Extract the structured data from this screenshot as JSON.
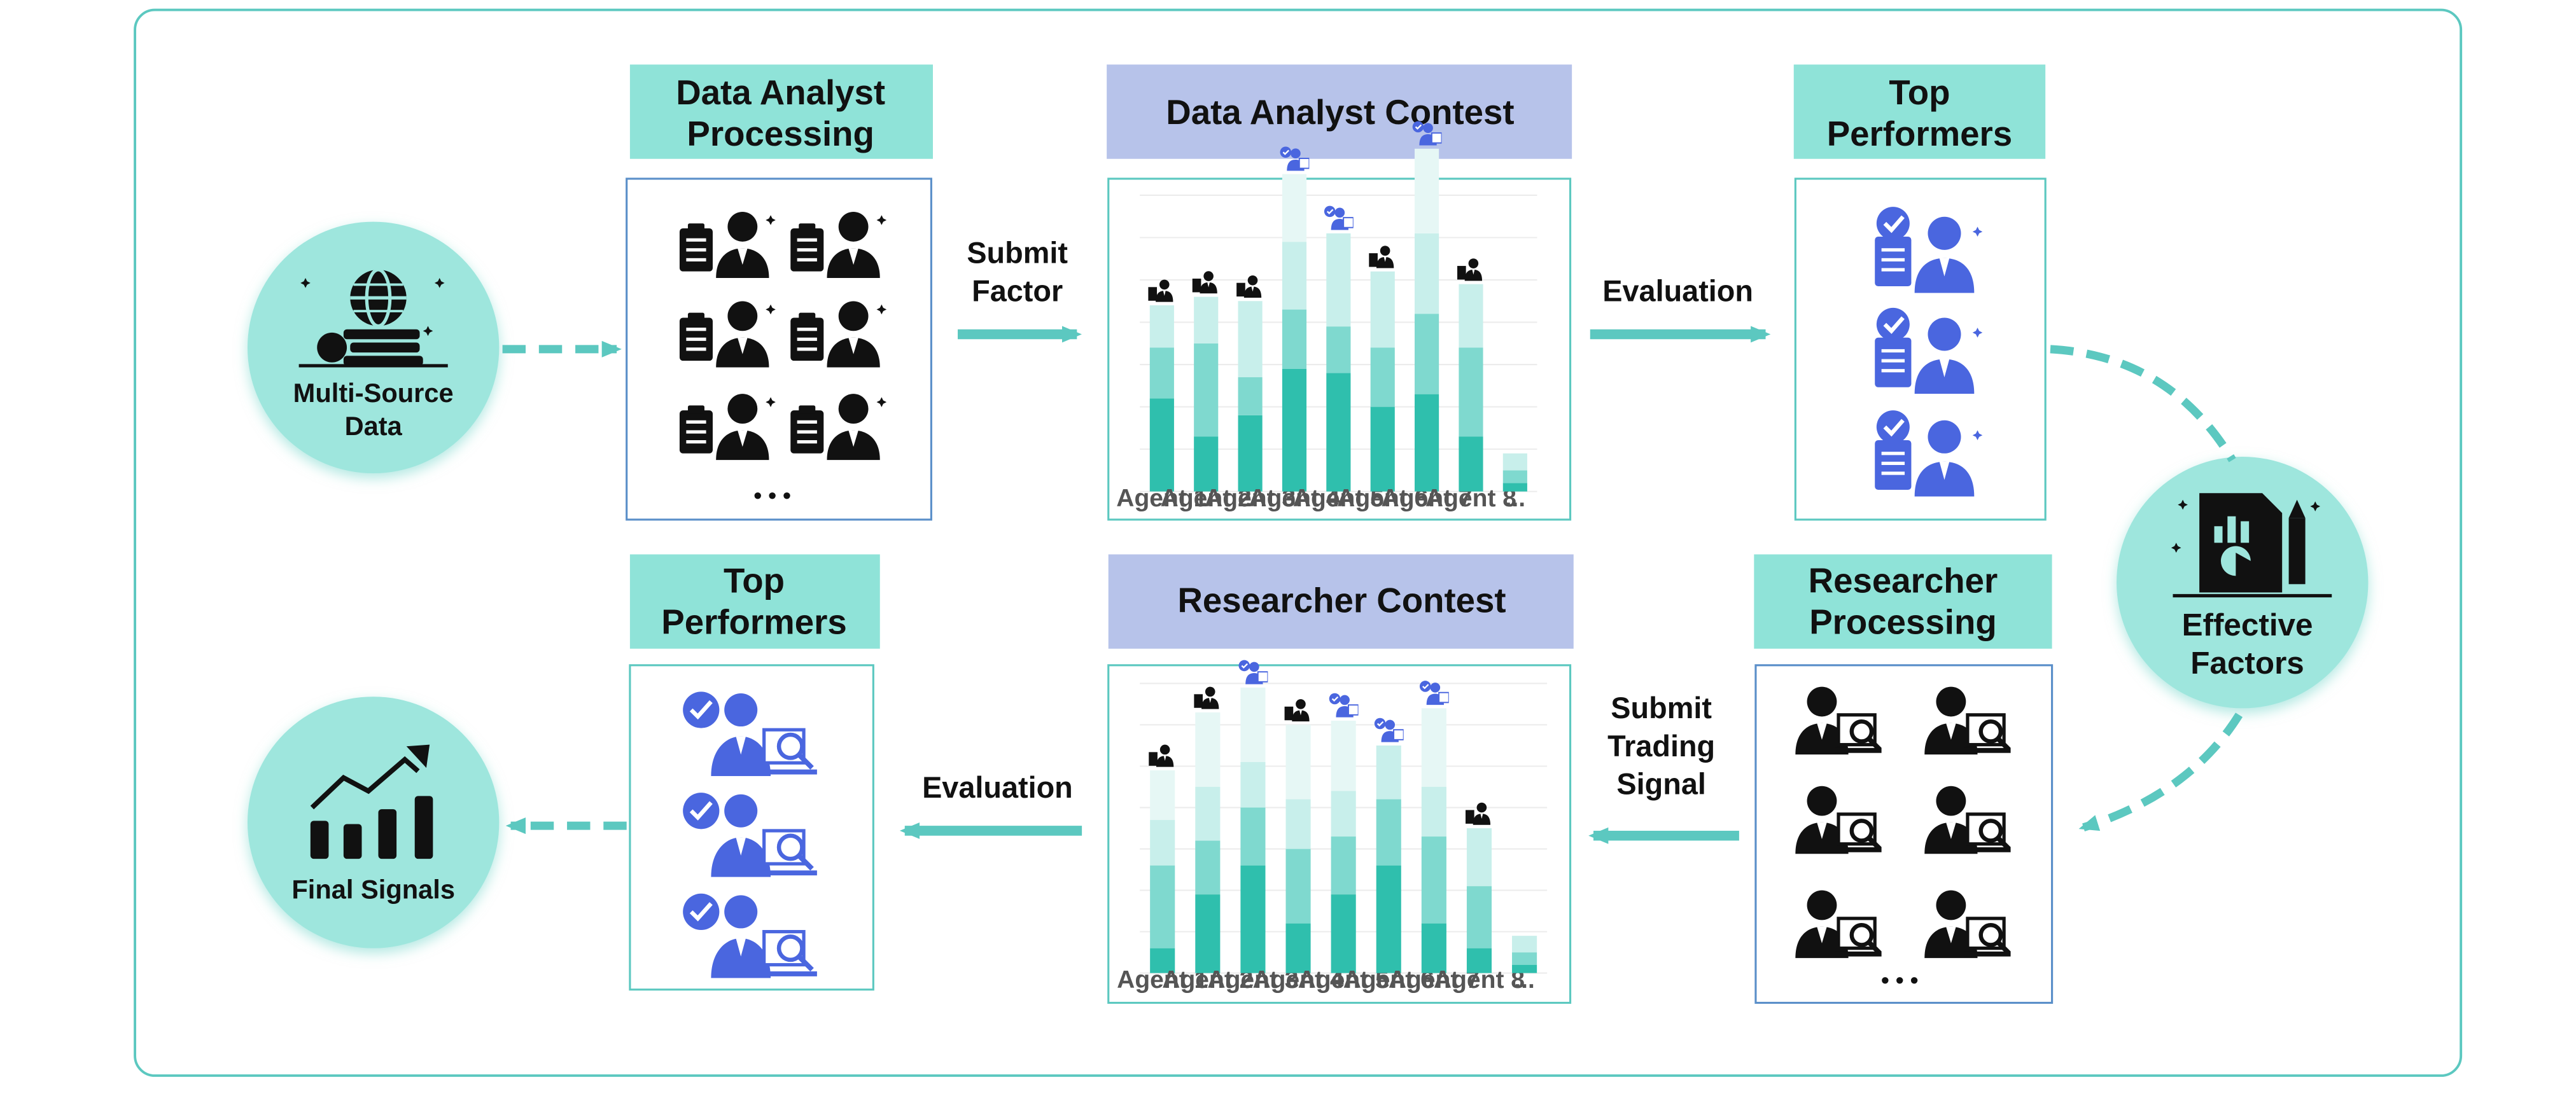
{
  "colors": {
    "frame": "#5cc8c0",
    "teal_dark": "#2fbfad",
    "teal_mid": "#7fd9cf",
    "teal_light": "#c8efeb",
    "header_teal": "#8fe3d8",
    "header_blue": "#b7c3ea",
    "accent_blue": "#4a66df",
    "icon_black": "#111111",
    "node_fill": "#9ee6dd"
  },
  "nodes": {
    "multi_source": {
      "label_lines": [
        "Multi-Source",
        "Data"
      ],
      "icon": "globe-books-icon"
    },
    "effective_factors": {
      "label_lines": [
        "Effective",
        "Factors"
      ],
      "icon": "report-chart-icon"
    },
    "final_signals": {
      "label_lines": [
        "Final Signals"
      ],
      "icon": "growth-bars-icon"
    }
  },
  "panels": {
    "da_processing": {
      "title_lines": [
        "Data Analyst",
        "Processing"
      ],
      "icon": "analyst-clipboard-icon",
      "ellipsis": "• • •"
    },
    "da_contest": {
      "title_lines": [
        "Data Analyst Contest"
      ]
    },
    "top_performers_1": {
      "title_lines": [
        "Top",
        "Performers"
      ],
      "icon": "approved-analyst-icon"
    },
    "res_processing": {
      "title_lines": [
        "Researcher",
        "Processing"
      ],
      "icon": "researcher-magnifier-icon",
      "ellipsis": "• • •"
    },
    "res_contest": {
      "title_lines": [
        "Researcher Contest"
      ]
    },
    "top_performers_2": {
      "title_lines": [
        "Top",
        "Performers"
      ],
      "icon": "approved-researcher-icon"
    }
  },
  "arrows": {
    "submit_factor": {
      "label_lines": [
        "Submit",
        "Factor"
      ]
    },
    "evaluation_1": {
      "label_lines": [
        "Evaluation"
      ]
    },
    "submit_trading_signal": {
      "label_lines": [
        "Submit",
        "Trading",
        "Signal"
      ]
    },
    "evaluation_2": {
      "label_lines": [
        "Evaluation"
      ]
    }
  },
  "chart_data": [
    {
      "type": "bar",
      "stacked": true,
      "categories": [
        "Agent 1",
        "Agent 2",
        "Agent 3",
        "Agent 4",
        "Agent 5",
        "Agent 6",
        "Agent 7",
        "Agent 8",
        "..."
      ],
      "series": [
        {
          "values": [
            22,
            13,
            18,
            29,
            28,
            20,
            23,
            13,
            2
          ]
        },
        {
          "values": [
            12,
            22,
            9,
            14,
            11,
            14,
            19,
            21,
            3
          ]
        },
        {
          "values": [
            10,
            11,
            18,
            16,
            22,
            18,
            19,
            15,
            4
          ]
        },
        {
          "values": [
            0,
            0,
            0,
            16,
            0,
            0,
            20,
            0,
            0
          ]
        }
      ],
      "winners": [
        false,
        false,
        false,
        true,
        true,
        false,
        true,
        false,
        false
      ],
      "ylim": [
        0,
        70
      ],
      "grid": true
    },
    {
      "type": "bar",
      "stacked": true,
      "categories": [
        "Agent 1",
        "Agent 2",
        "Agent 3",
        "Agent 4",
        "Agent 5",
        "Agent 6",
        "Agent 7",
        "Agent 8",
        "..."
      ],
      "series": [
        {
          "values": [
            6,
            19,
            26,
            12,
            19,
            26,
            12,
            6,
            2
          ]
        },
        {
          "values": [
            20,
            13,
            14,
            18,
            14,
            16,
            21,
            15,
            3
          ]
        },
        {
          "values": [
            11,
            13,
            11,
            12,
            11,
            13,
            12,
            14,
            4
          ]
        },
        {
          "values": [
            12,
            18,
            18,
            18,
            17,
            0,
            19,
            0,
            0
          ]
        }
      ],
      "winners": [
        false,
        false,
        true,
        false,
        true,
        true,
        true,
        false,
        false
      ],
      "ylim": [
        0,
        70
      ],
      "grid": true
    }
  ]
}
